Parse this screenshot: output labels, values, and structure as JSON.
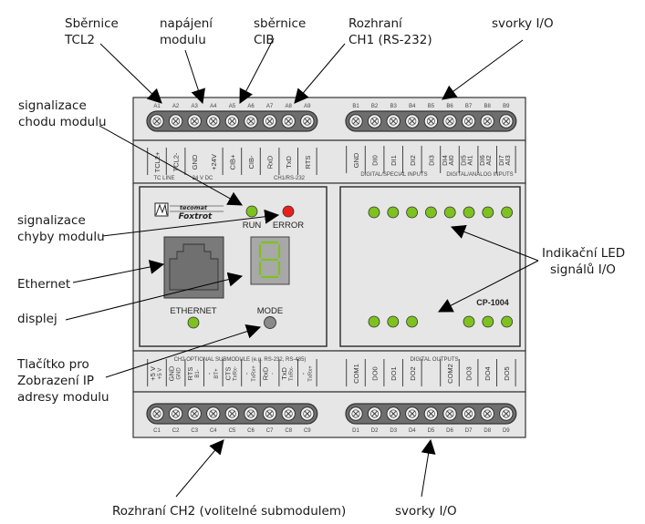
{
  "callouts": {
    "tcl2": [
      "Sběrnice",
      "TCL2"
    ],
    "power": [
      "napájení",
      "modulu"
    ],
    "cib": [
      "sběrnice",
      "CIB"
    ],
    "ch1": [
      "Rozhraní",
      "CH1 (RS-232)"
    ],
    "io_top": [
      "svorky I/O"
    ],
    "run_led": [
      "signalizace",
      "chodu modulu"
    ],
    "error_led": [
      "signalizace",
      "chyby modulu"
    ],
    "ethernet": [
      "Ethernet"
    ],
    "display": [
      "displej"
    ],
    "mode_button": [
      "Tlačítko pro",
      "Zobrazení IP",
      "adresy modulu"
    ],
    "io_leds": [
      "Indikační LED",
      "signálů I/O"
    ],
    "ch2": [
      "Rozhraní CH2 (volitelné submodulem)"
    ],
    "io_bottom": [
      "svorky I/O"
    ]
  },
  "terminals": {
    "A": [
      "A1",
      "A2",
      "A3",
      "A4",
      "A5",
      "A6",
      "A7",
      "A8",
      "A9"
    ],
    "B": [
      "B1",
      "B2",
      "B3",
      "B4",
      "B5",
      "B6",
      "B7",
      "B8",
      "B9"
    ],
    "C": [
      "C1",
      "C2",
      "C3",
      "C4",
      "C5",
      "C6",
      "C7",
      "C8",
      "C9"
    ],
    "D": [
      "D1",
      "D2",
      "D3",
      "D4",
      "D5",
      "D6",
      "D7",
      "D8",
      "D9"
    ]
  },
  "top_left_signals": [
    "TCL2+",
    "TCL2-",
    "GND",
    "+24V",
    "CIB+",
    "CIB-",
    "RxD",
    "TxD",
    "RTS"
  ],
  "top_left_groups": [
    "TC LINE",
    "24 V DC",
    "CH1/RS-232"
  ],
  "top_right_signals": [
    "GND",
    "DI0",
    "DI1",
    "DI2",
    "DI3",
    "DI4 AI0",
    "DI5 AI1",
    "DI6 AI2",
    "DI7 AI3"
  ],
  "top_right_groups": [
    "DIGITAL/SPECIAL INPUTS",
    "DIGITAL/ANALOG INPUTS"
  ],
  "bottom_left_header": "CH2 OPTIONAL SUBMODULE (e.g. RS-232, RS-485)",
  "bottom_left_signals": [
    "+5 V",
    "GND",
    "RTS",
    "-",
    "CTS",
    "-",
    "RxD",
    "TxD",
    "-"
  ],
  "bottom_left_sub": [
    "+5 V",
    "GND",
    "B1-",
    "BT+",
    "TxRx-",
    "TxRx+",
    "-",
    "TxRx-",
    "TxRx+"
  ],
  "bottom_right_header": "DIGITAL OUTPUTS",
  "bottom_right_signals": [
    "COM1",
    "DO0",
    "DO1",
    "DO2",
    "",
    "COM2",
    "DO3",
    "DO4",
    "DO5"
  ],
  "front_panel": {
    "brand_top": "tecomat",
    "brand_bottom": "Foxtrot",
    "run_label": "RUN",
    "error_label": "ERROR",
    "ethernet_label": "ETHERNET",
    "mode_label": "MODE",
    "display_digit": "8",
    "model": "CP-1004"
  },
  "colors": {
    "led_green": "#7dc21e",
    "led_red": "#e8201c",
    "mode_gray": "#8a8a8a",
    "body": "#e6e6e6",
    "terminal_strip": "#6e6e6e",
    "display_bg": "#a8a8a8",
    "segment_green": "#7dc21e"
  },
  "io_leds": {
    "top_row_count": 8,
    "bottom_left_count": 3,
    "bottom_right_count": 3
  }
}
